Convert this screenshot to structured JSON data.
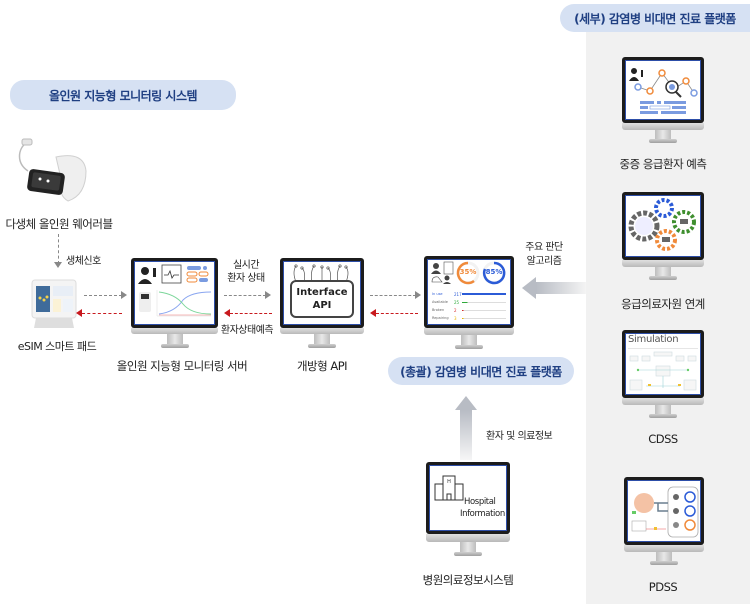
{
  "left_title": "올인원 지능형 모니터링 시스템",
  "right_title": "(세부) 감염병 비대면 진료 플랫폼",
  "center_title": "(총괄) 감염병 비대면 진료 플랫폼",
  "nodes": {
    "wearable": "다생체 올인원 웨어러블",
    "pad": "eSIM 스마트 패드",
    "server": "올인원 지능형 모니터링 서버",
    "api": "개방형 API",
    "his": "병원의료정보시스템"
  },
  "api_screen": {
    "line1": "Interface",
    "line2": "API"
  },
  "his_screen": {
    "line1": "Hospital",
    "line2": "Information"
  },
  "edges": {
    "bio_signal": "생체신호",
    "realtime_1": "실시간",
    "realtime_2": "환자 상태",
    "prediction": "환자상태예측",
    "algorithm_1": "주요 판단",
    "algorithm_2": "알고리즘",
    "patient_info": "환자 및 의료정보"
  },
  "platform_screen": {
    "gauge_orange": "35%",
    "gauge_blue": "85%",
    "rows": [
      {
        "label": "In use",
        "value": "217",
        "color": "#2b5bd7"
      },
      {
        "label": "Available",
        "value": "25",
        "color": "#2eaa3a"
      },
      {
        "label": "Broken",
        "value": "2",
        "color": "#d62b2b"
      },
      {
        "label": "Repairing",
        "value": "3",
        "color": "#e8b400"
      }
    ]
  },
  "modules": [
    {
      "label": "중증 응급환자 예측",
      "icon": "network-search"
    },
    {
      "label": "응급의료자원 연계",
      "icon": "gears"
    },
    {
      "label": "CDSS",
      "icon": "simulation",
      "screen_title": "Simulation"
    },
    {
      "label": "PDSS",
      "icon": "dashboard"
    }
  ],
  "colors": {
    "pill_bg": "#d6e1f3",
    "pill_text": "#1f3f82",
    "accent_blue": "#2d4ea8",
    "red": "#c8191e",
    "orange": "#f08a3a"
  }
}
